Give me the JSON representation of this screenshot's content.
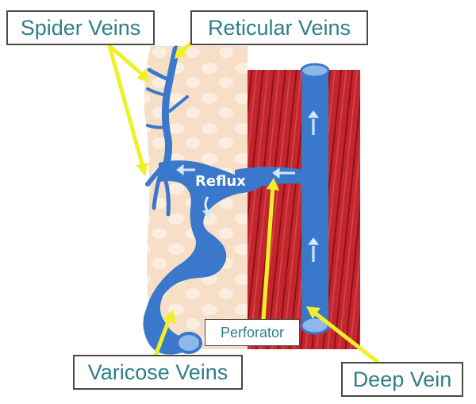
{
  "labels": {
    "spider_veins": "Spider Veins",
    "reticular_veins": "Reticular Veins",
    "varicose_veins": "Varicose Veins",
    "deep_vein": "Deep Vein",
    "perforator": "Perforator",
    "reflux": "Reflux"
  },
  "colors": {
    "label_text": "#2f7f88",
    "label_border": "#4a4a4a",
    "skin": "#f6dfc6",
    "skin_spots": "#fbeee0",
    "muscle": "#c4262e",
    "muscle_dark": "#8e1218",
    "vein": "#3a78cc",
    "vein_light": "#8fb8ea",
    "arrow": "#f0f02a"
  }
}
